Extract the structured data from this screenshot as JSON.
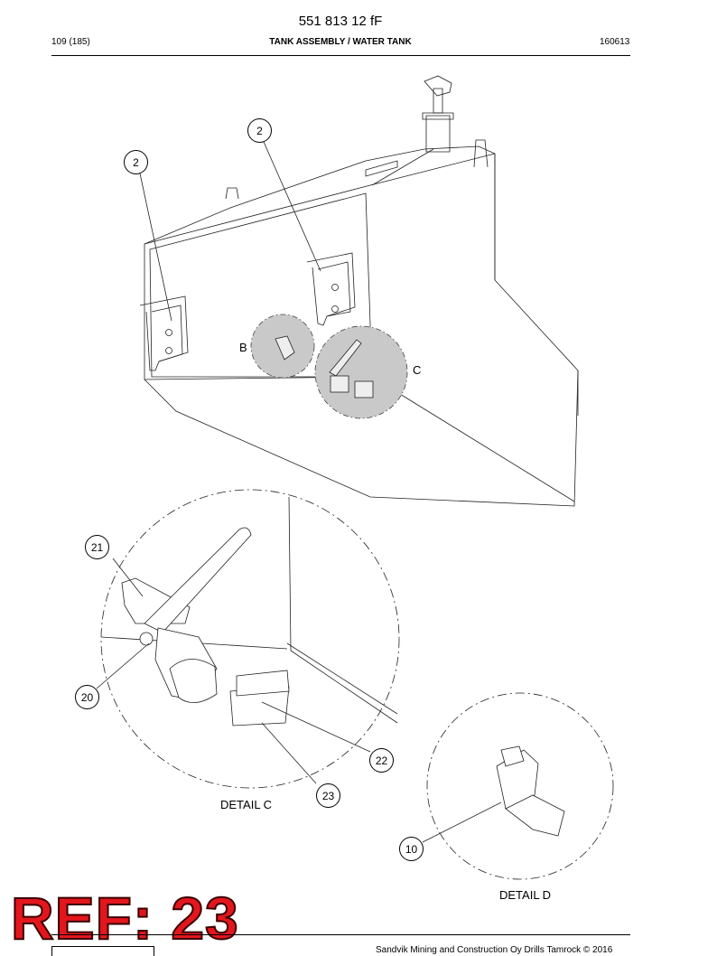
{
  "header": {
    "doc_number": "551 813 12 fF",
    "page": "109 (185)",
    "title": "TANK ASSEMBLY / WATER TANK",
    "date_code": "160613"
  },
  "drawing": {
    "view_letters": {
      "b": "B",
      "c": "C"
    },
    "callouts": {
      "main_left": "2",
      "main_right": "2",
      "c21": "21",
      "c20": "20",
      "c22": "22",
      "c23": "23",
      "d10": "10"
    },
    "detail_labels": {
      "c": "DETAIL C",
      "d": "DETAIL D"
    }
  },
  "stamp": {
    "text": "REF: 23",
    "color": "#e4161d"
  },
  "footer": {
    "copyright": "Sandvik Mining and Construction Oy Drills Tamrock © 2016"
  }
}
